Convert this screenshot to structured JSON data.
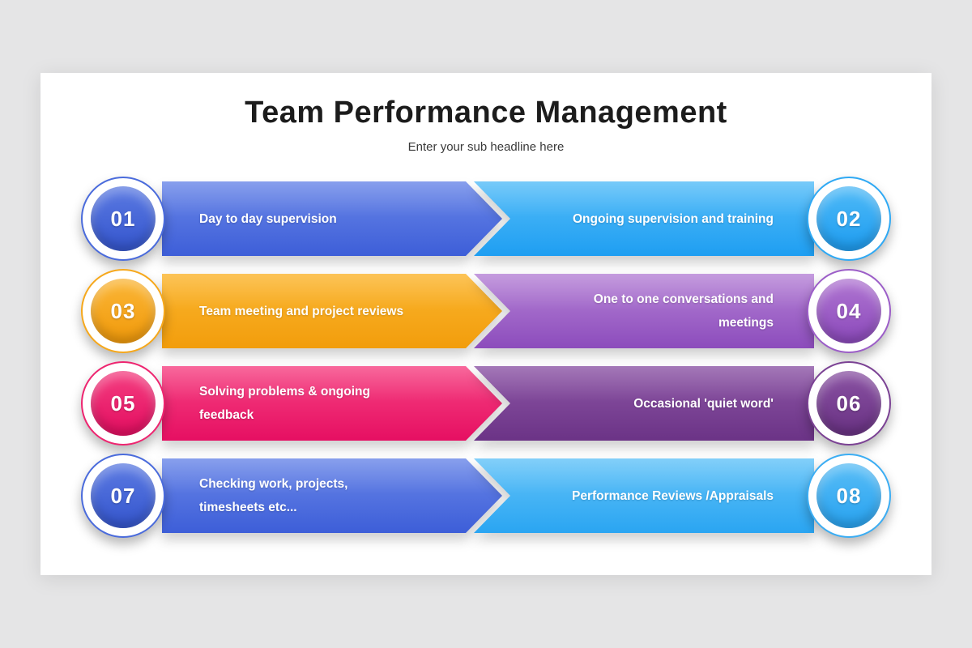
{
  "page": {
    "background_color": "#e5e5e6",
    "card_color": "#ffffff"
  },
  "header": {
    "title": "Team Performance Management",
    "subtitle": "Enter your sub headline here"
  },
  "rows": [
    {
      "left": {
        "number": "01",
        "text": "Day to day supervision",
        "gradient": [
          "#6a87e8",
          "#3d5ed8"
        ],
        "circle": [
          "#5b7ae2",
          "#3455cd"
        ],
        "ring": "#4a6bdc"
      },
      "right": {
        "number": "02",
        "text": "Ongoing supervision and training",
        "gradient": [
          "#55bdf8",
          "#1e9ef2"
        ],
        "circle": [
          "#4fbaf7",
          "#1d9cf0"
        ],
        "ring": "#2fa9f4"
      }
    },
    {
      "left": {
        "number": "03",
        "text": "Team meeting and project reviews",
        "gradient": [
          "#fbb52e",
          "#f29d0c"
        ],
        "circle": [
          "#fbb637",
          "#f0990a"
        ],
        "ring": "#f6a81c"
      },
      "right": {
        "number": "04",
        "text": "One to one conversations and\nmeetings",
        "gradient": [
          "#b683d6",
          "#8c4cbc"
        ],
        "circle": [
          "#b076d2",
          "#8a48ba"
        ],
        "ring": "#9c5ec8"
      }
    },
    {
      "left": {
        "number": "05",
        "text": "Solving problems & ongoing\nfeedback",
        "gradient": [
          "#f64383",
          "#e60f62"
        ],
        "circle": [
          "#f43e80",
          "#e30d60"
        ],
        "ring": "#ee2570"
      },
      "right": {
        "number": "06",
        "text": "Occasional 'quiet word'",
        "gradient": [
          "#8d56a6",
          "#6b3386"
        ],
        "circle": [
          "#8a52a3",
          "#683182"
        ],
        "ring": "#7b4294"
      }
    },
    {
      "left": {
        "number": "07",
        "text": "Checking work, projects,\ntimesheets etc...",
        "gradient": [
          "#6a87e8",
          "#3d5ed8"
        ],
        "circle": [
          "#5b7ae2",
          "#3455cd"
        ],
        "ring": "#4a6bdc"
      },
      "right": {
        "number": "08",
        "text": "Performance Reviews /Appraisals",
        "gradient": [
          "#63c3f8",
          "#2aa5f2"
        ],
        "circle": [
          "#58bdf6",
          "#27a2f0"
        ],
        "ring": "#3badf3"
      }
    }
  ]
}
